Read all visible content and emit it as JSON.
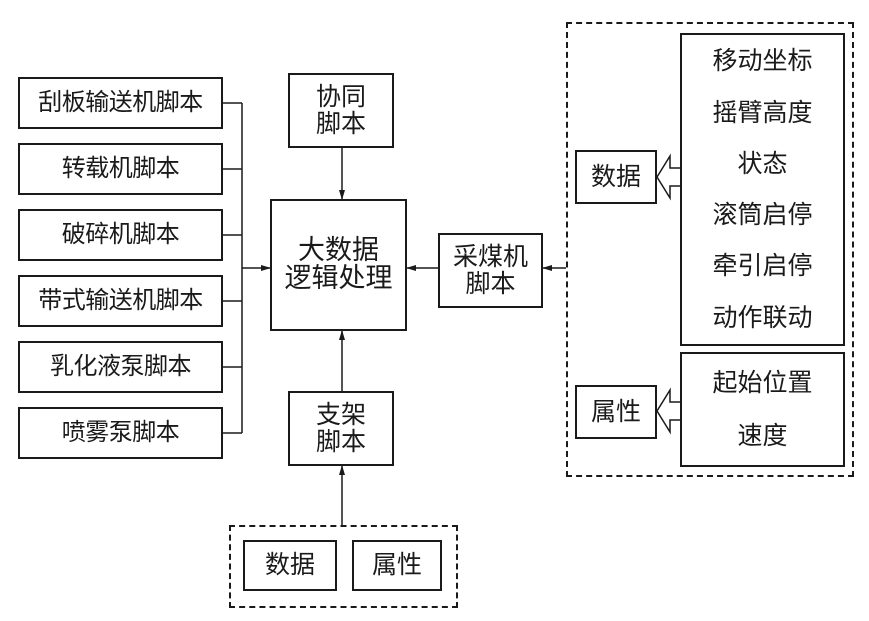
{
  "left_scripts": [
    {
      "label": "刮板输送机脚本"
    },
    {
      "label": "转载机脚本"
    },
    {
      "label": "破碎机脚本"
    },
    {
      "label": "带式输送机脚本"
    },
    {
      "label": "乳化液泵脚本"
    },
    {
      "label": "喷雾泵脚本"
    }
  ],
  "center": {
    "line1": "大数据",
    "line2": "逻辑处理"
  },
  "collab": {
    "line1": "协同",
    "line2": "脚本"
  },
  "support": {
    "line1": "支架",
    "line2": "脚本"
  },
  "shearer": {
    "line1": "采煤机",
    "line2": "脚本"
  },
  "support_inputs": {
    "data": "数据",
    "attr": "属性"
  },
  "shearer_inputs": {
    "data_label": "数据",
    "data_items": [
      "移动坐标",
      "摇臂高度",
      "状态",
      "滚筒启停",
      "牵引启停",
      "动作联动"
    ],
    "attr_label": "属性",
    "attr_items": [
      "起始位置",
      "速度"
    ]
  }
}
